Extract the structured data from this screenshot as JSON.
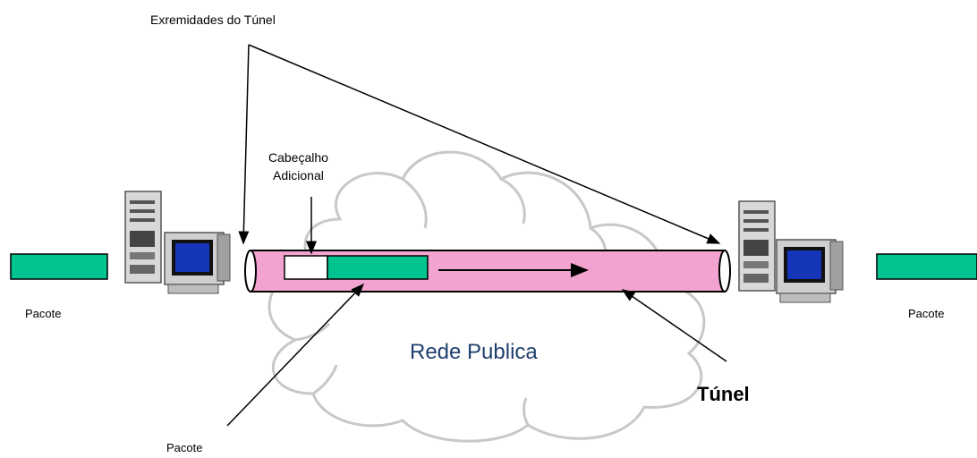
{
  "diagram": {
    "endpoints_label": "Exremidades do Túnel",
    "header_label_line1": "Cabeçalho",
    "header_label_line2": "Adicional",
    "packet_left_label": "Pacote",
    "packet_right_label": "Pacote",
    "packet_bottom_label": "Pacote",
    "network_label": "Rede Publica",
    "tunnel_label": "Túnel"
  },
  "colors": {
    "tunnel": "#f2a3d0",
    "packet": "#00c490",
    "cloud_stroke": "#c8c8c8",
    "network_text": "#1f3f6e"
  },
  "icons": [
    "computer-left-icon",
    "computer-right-icon",
    "cloud-icon"
  ]
}
